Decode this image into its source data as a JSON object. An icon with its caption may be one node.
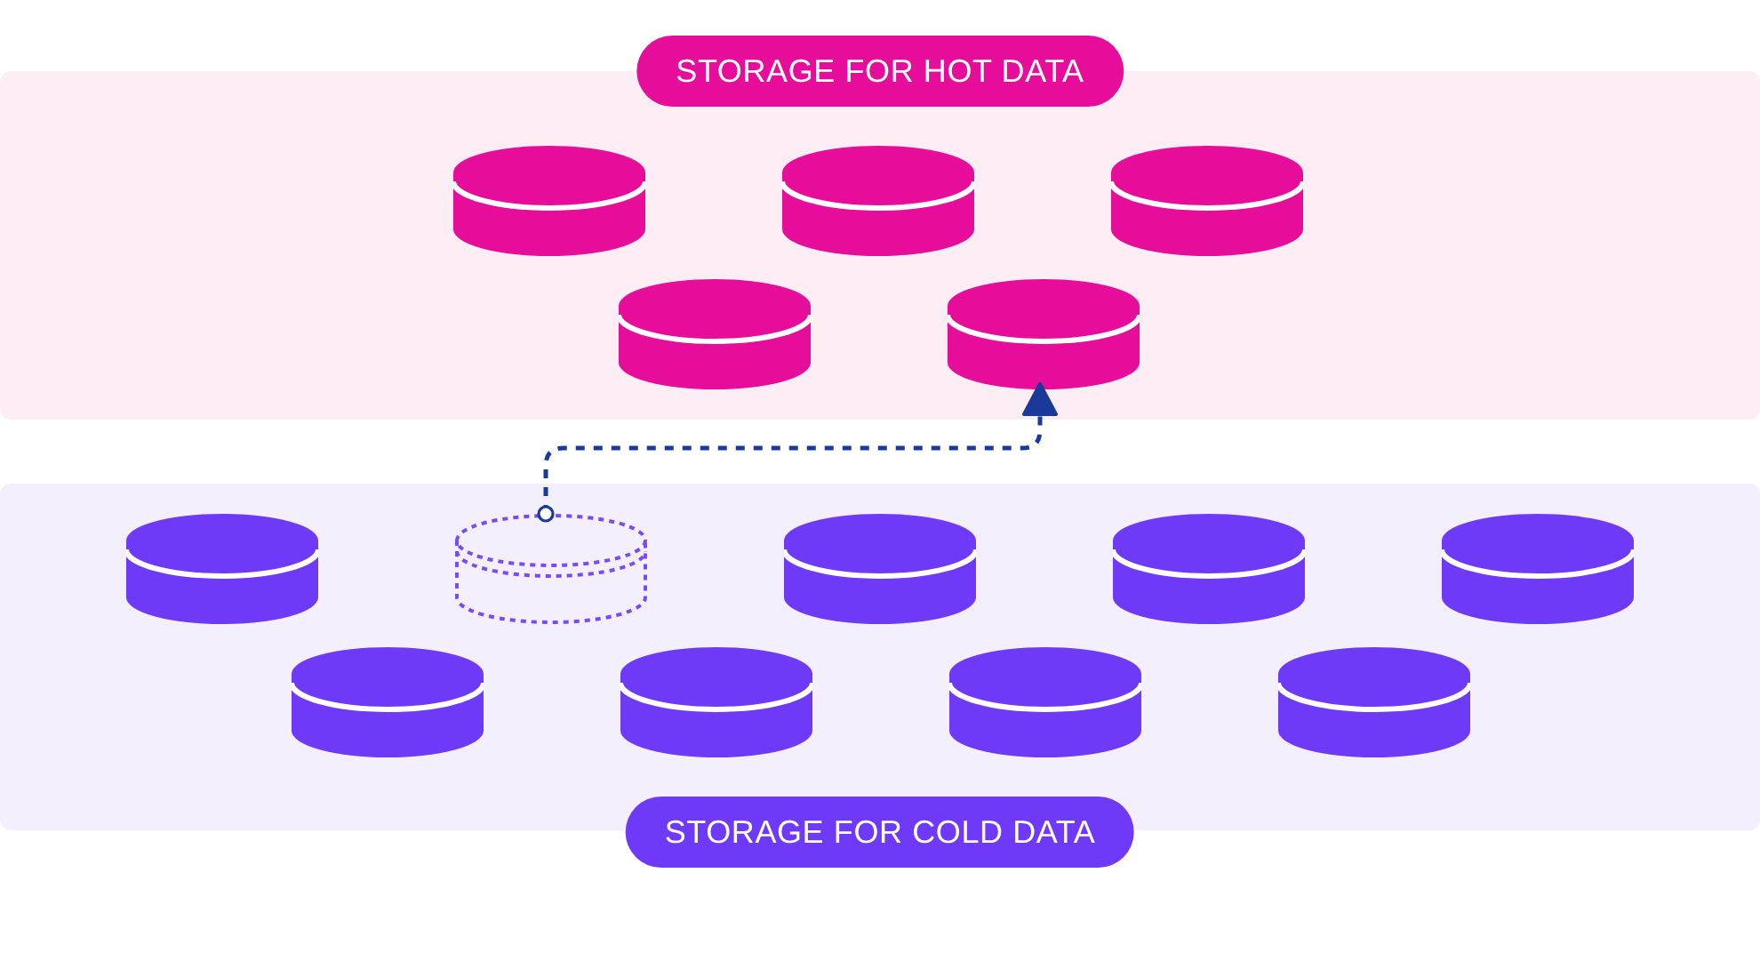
{
  "diagram": {
    "nodes": [
      {
        "text": [
          "STORAGE FOR HOT DATA"
        ]
      },
      {
        "text": [],
        "shape": "cylinder",
        "in": 0
      },
      {
        "text": [],
        "shape": "cylinder",
        "in": 0
      },
      {
        "text": [],
        "shape": "cylinder",
        "in": 0
      },
      {
        "text": [],
        "shape": "cylinder",
        "in": 0
      },
      {
        "text": [],
        "shape": "cylinder",
        "in": 0
      },
      {
        "text": [
          "STORAGE FOR COLD DATA"
        ]
      },
      {
        "text": [],
        "shape": "cylinder",
        "in": 6
      },
      {
        "text": [],
        "shape": "cylinder",
        "in": 6
      },
      {
        "text": [],
        "shape": "cylinder",
        "in": 6
      },
      {
        "text": [],
        "shape": "cylinder",
        "in": 6
      },
      {
        "text": [],
        "shape": "cylinder",
        "in": 6
      },
      {
        "text": [],
        "shape": "cylinder",
        "in": 6
      },
      {
        "text": [],
        "shape": "cylinder",
        "in": 6
      },
      {
        "text": [],
        "shape": "cylinder",
        "in": 6
      },
      {
        "text": [],
        "shape": "cylinder",
        "in": 6
      }
    ],
    "edges": [
      {
        "from": 8,
        "to": 5,
        "arrow": "to",
        "style": "dashed"
      }
    ]
  }
}
